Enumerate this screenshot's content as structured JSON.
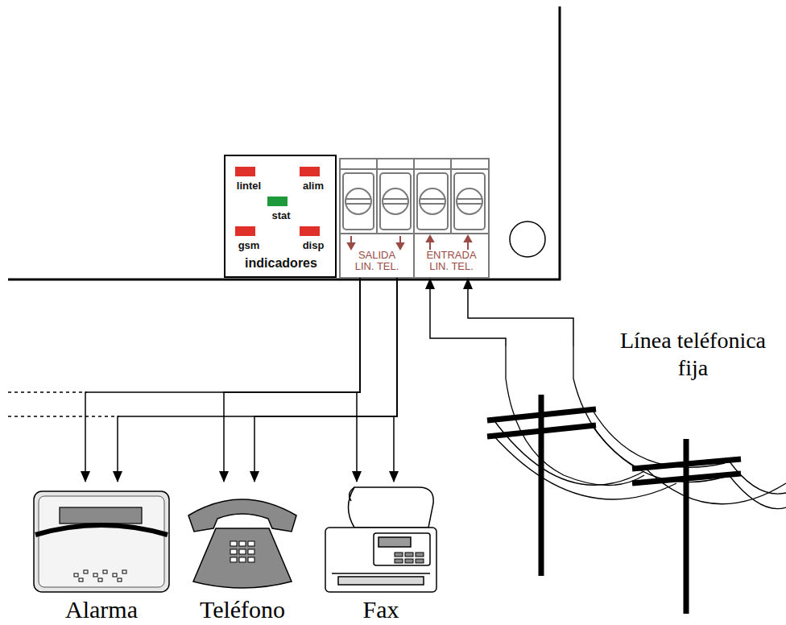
{
  "diagram": {
    "nodes": [
      {
        "text": [
          "lintel",
          "alim",
          "stat",
          "gsm",
          "disp",
          "indicadores"
        ]
      },
      {
        "text": [
          "SALIDA LIN. TEL."
        ]
      },
      {
        "text": [
          "ENTRADA LIN. TEL."
        ]
      },
      {
        "text": [
          "Alarma"
        ]
      },
      {
        "text": [
          "Teléfono"
        ]
      },
      {
        "text": [
          "Fax"
        ]
      },
      {
        "text": [
          "Línea teléfonica fija"
        ]
      }
    ],
    "edges": [
      {
        "from": 1,
        "to": 3,
        "arrow": "to"
      },
      {
        "from": 1,
        "to": 4,
        "arrow": "to"
      },
      {
        "from": 1,
        "to": 5,
        "arrow": "to"
      },
      {
        "from": 6,
        "to": 2,
        "arrow": "to"
      }
    ]
  }
}
